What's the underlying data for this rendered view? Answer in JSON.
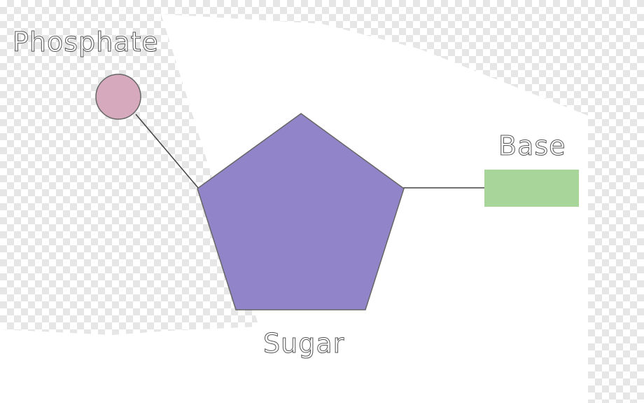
{
  "diagram": {
    "labels": {
      "phosphate": "Phosphate",
      "base": "Base",
      "sugar": "Sugar"
    },
    "colors": {
      "phosphate": "#d7a9bd",
      "sugar": "#9284c9",
      "base": "#a8d59a",
      "connector": "#444444",
      "outline": "#555555"
    },
    "shapes": {
      "phosphate": "circle",
      "sugar": "pentagon",
      "base": "rectangle"
    }
  }
}
